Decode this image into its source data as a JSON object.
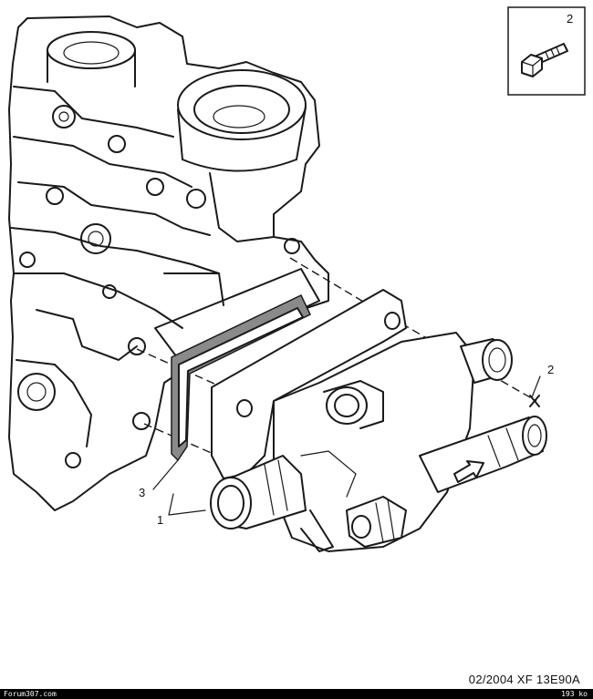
{
  "diagram": {
    "inset_part_number": "2",
    "callouts": {
      "fastener": "2",
      "gasket": "3",
      "housing": "1"
    }
  },
  "footer": {
    "reference": "02/2004  XF 13E90A",
    "site": "Forum307.com",
    "file_size": "193 ko"
  },
  "colors": {
    "ink": "#1a1a1a",
    "gasket_fill": "#8a8a8a",
    "background": "#ffffff"
  }
}
